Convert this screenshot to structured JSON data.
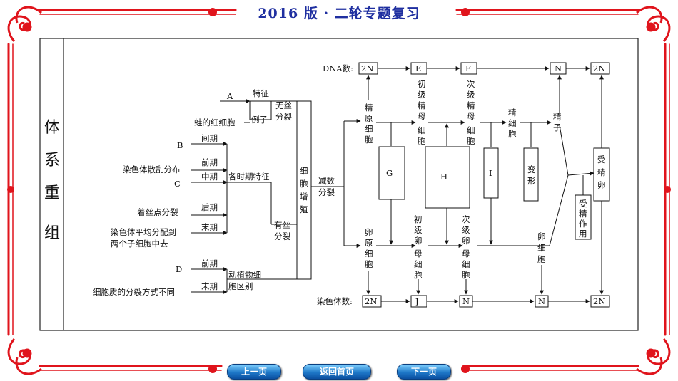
{
  "header": {
    "title": "2016 版 · 二轮专题复习"
  },
  "sidebar": {
    "chars": [
      "体",
      "系",
      "重",
      "组"
    ]
  },
  "left_tree": {
    "row_a": {
      "leaf": "A",
      "feature": "特征"
    },
    "example": {
      "item": "蛙的红细胞",
      "label": "例子"
    },
    "amitosis": [
      "无丝",
      "分裂"
    ],
    "mitosis": [
      "有丝",
      "分裂"
    ],
    "phase_features": "各时期特征",
    "b": {
      "leaf": "B",
      "branch": "间期"
    },
    "qianqi": {
      "branch": "前期",
      "item": "染色体散乱分布"
    },
    "c": {
      "leaf": "C",
      "branch": "中期"
    },
    "houqi": {
      "branch": "后期",
      "item": "着丝点分裂"
    },
    "moqi": {
      "branch": "末期",
      "item_line1": "染色体平均分配到",
      "item_line2": "两个子细胞中去"
    },
    "d": {
      "leaf": "D",
      "branch_early": "前期",
      "branch_late": "末期",
      "item": "细胞质的分裂方式不同"
    },
    "animal_plant": [
      "动植物细",
      "胞区别"
    ],
    "cell_proliferation": [
      "细",
      "胞",
      "增",
      "殖"
    ],
    "meiosis": [
      "减数",
      "分裂"
    ]
  },
  "dna_row": {
    "label": "DNA数:",
    "boxes": [
      "2N",
      "E",
      "F",
      "N",
      "2N"
    ]
  },
  "chrom_row": {
    "label": "染色体数:",
    "boxes": [
      "2N",
      "J",
      "N",
      "N",
      "2N"
    ]
  },
  "male_path": {
    "spermatogonium": [
      "精",
      "原",
      "细",
      "胞"
    ],
    "primary": [
      "初",
      "级",
      "精",
      "母",
      "细",
      "胞"
    ],
    "secondary": [
      "次",
      "级",
      "精",
      "母",
      "细",
      "胞"
    ],
    "spermatid": [
      "精",
      "细",
      "胞"
    ],
    "sperm": [
      "精",
      "子"
    ]
  },
  "female_path": {
    "oogonium": [
      "卵",
      "原",
      "细",
      "胞"
    ],
    "primary": [
      "初",
      "级",
      "卵",
      "母",
      "细",
      "胞"
    ],
    "secondary": [
      "次",
      "级",
      "卵",
      "母",
      "细",
      "胞"
    ],
    "egg": [
      "卵",
      "细",
      "胞"
    ]
  },
  "middle_boxes": {
    "g": "G",
    "h": "H",
    "i": "I",
    "deform": [
      "变",
      "形"
    ]
  },
  "fertilization": [
    "受",
    "精",
    "作",
    "用"
  ],
  "zygote": [
    "受",
    "精",
    "卵"
  ],
  "nav": {
    "prev": "上一页",
    "home": "返回首页",
    "next": "下一页"
  }
}
